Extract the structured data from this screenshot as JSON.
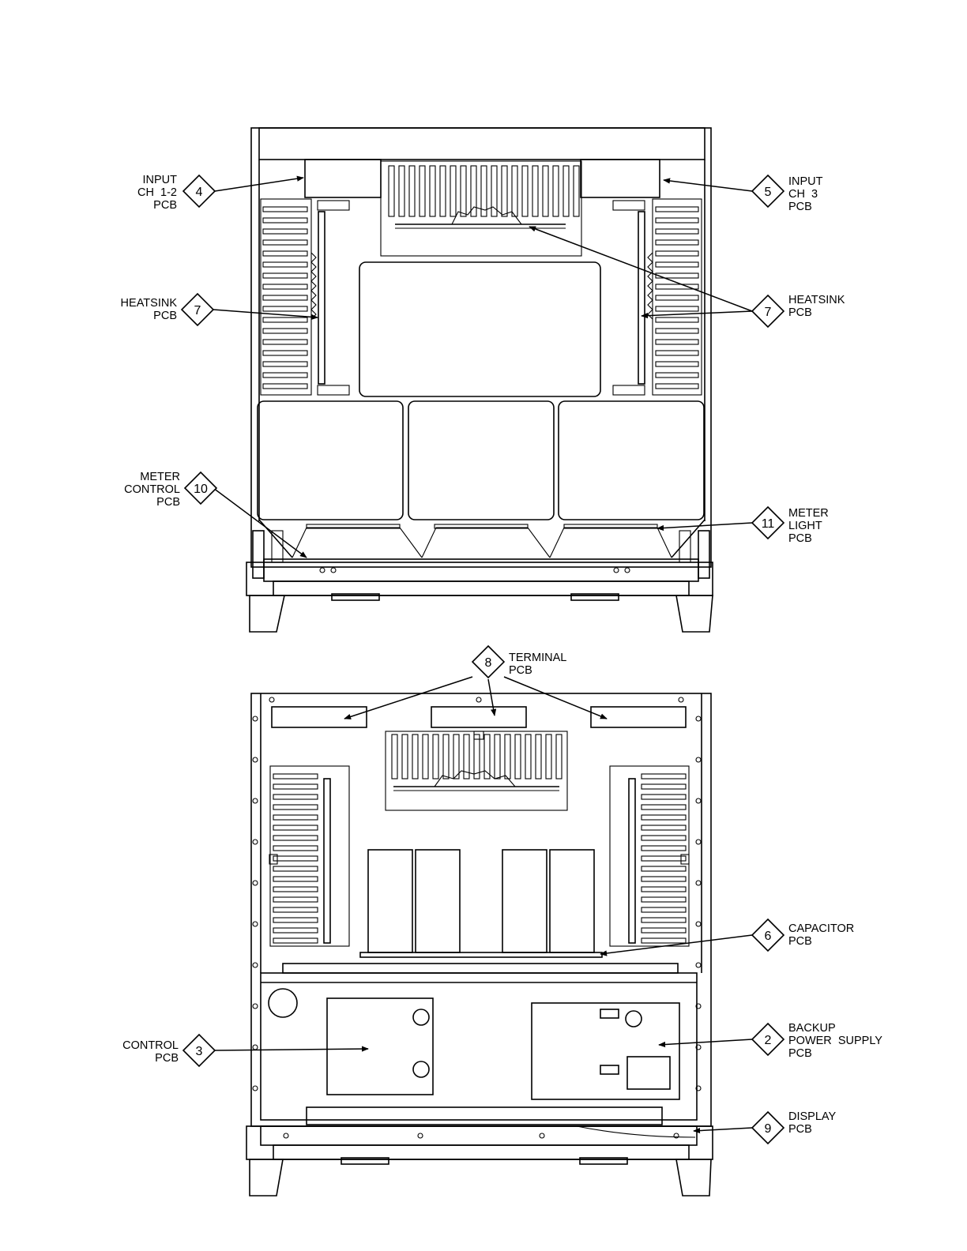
{
  "callouts": [
    {
      "id": "c4",
      "number": "4",
      "lines": [
        "INPUT",
        "CH  1-2",
        "PCB"
      ]
    },
    {
      "id": "c5",
      "number": "5",
      "lines": [
        "INPUT",
        "CH  3",
        "PCB"
      ]
    },
    {
      "id": "c7l",
      "number": "7",
      "lines": [
        "HEATSINK",
        "PCB"
      ]
    },
    {
      "id": "c7r",
      "number": "7",
      "lines": [
        "HEATSINK",
        "PCB"
      ]
    },
    {
      "id": "c10",
      "number": "10",
      "lines": [
        "METER",
        "CONTROL",
        "PCB"
      ]
    },
    {
      "id": "c11",
      "number": "11",
      "lines": [
        "METER",
        "LIGHT",
        "PCB"
      ]
    },
    {
      "id": "c8",
      "number": "8",
      "lines": [
        "TERMINAL",
        "PCB"
      ]
    },
    {
      "id": "c6",
      "number": "6",
      "lines": [
        "CAPACITOR",
        "PCB"
      ]
    },
    {
      "id": "c3",
      "number": "3",
      "lines": [
        "CONTROL",
        "PCB"
      ]
    },
    {
      "id": "c2",
      "number": "2",
      "lines": [
        "BACKUP",
        "POWER  SUPPLY",
        "PCB"
      ]
    },
    {
      "id": "c9",
      "number": "9",
      "lines": [
        "DISPLAY",
        "PCB"
      ]
    }
  ]
}
